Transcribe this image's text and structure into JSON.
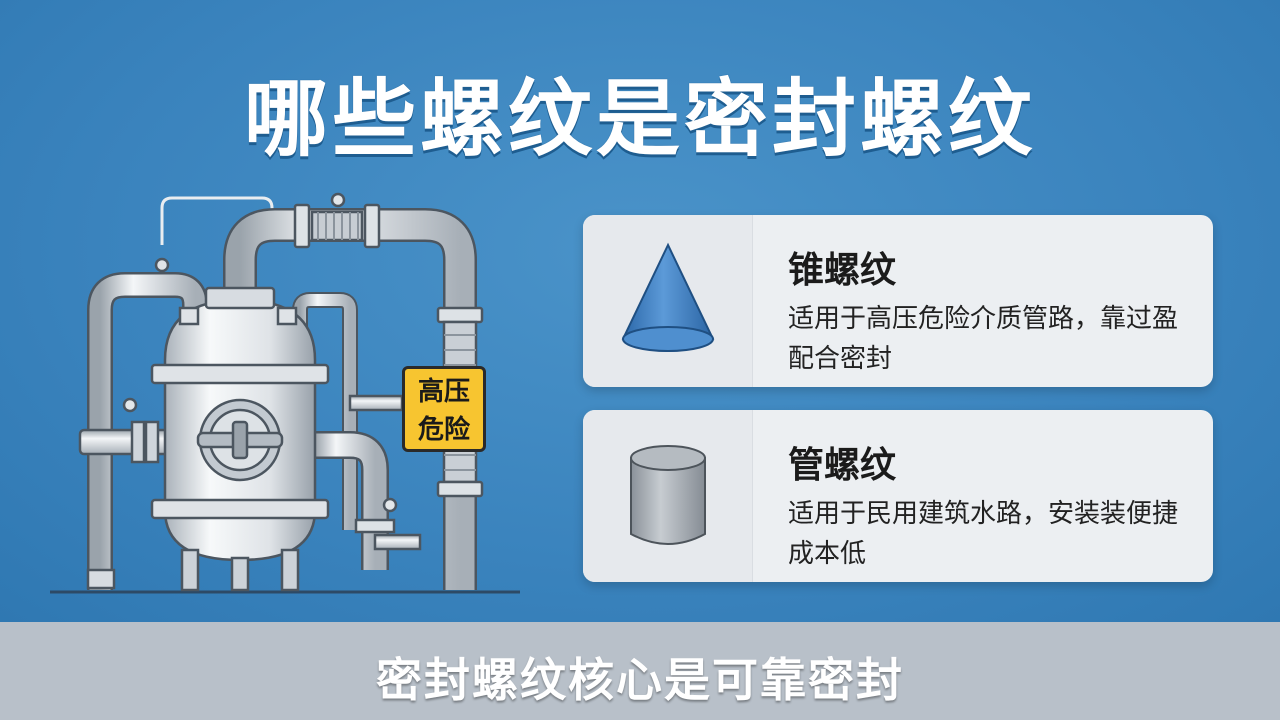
{
  "page_title": "哪些螺纹是密封螺纹",
  "illustration": {
    "warning_sign_line1": "高压",
    "warning_sign_line2": "危险"
  },
  "cards": [
    {
      "icon": "cone-icon",
      "title": "锥螺纹",
      "description": "适用于高压危险介质管路，靠过盈配合密封",
      "accent": "#3a7fc4"
    },
    {
      "icon": "cylinder-icon",
      "title": "管螺纹",
      "description": "适用于民用建筑水路，安装装便捷成本低",
      "accent": "#9aa1a8"
    }
  ],
  "subtitle": "密封螺纹核心是可靠密封",
  "colors": {
    "background": "#3f88c0",
    "card": "#eceff2",
    "warning": "#f7c530"
  }
}
